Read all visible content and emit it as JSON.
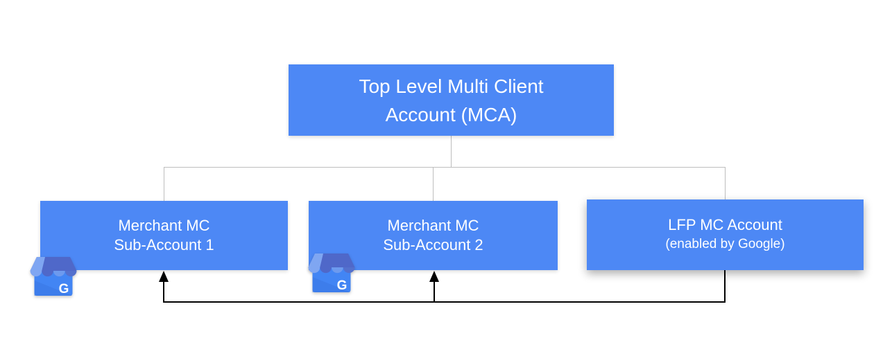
{
  "diagram": {
    "type": "org-chart",
    "nodes": {
      "mca": {
        "line1": "Top Level Multi Client",
        "line2": "Account (MCA)"
      },
      "sub1": {
        "line1": "Merchant MC",
        "line2": "Sub-Account 1"
      },
      "sub2": {
        "line1": "Merchant MC",
        "line2": "Sub-Account 2"
      },
      "lfp": {
        "line1": "LFP MC Account",
        "line2": "(enabled by Google)"
      }
    },
    "business_icon": {
      "letter": "G"
    },
    "colors": {
      "node_fill": "#4d88f5",
      "node_text": "#ffffff",
      "tree_connector": "#bdbdbd",
      "flow_connector": "#000000",
      "icon_body": "#4285f4",
      "icon_awning_light": "#7fa6f2",
      "icon_awning_dark": "#4f68c9"
    }
  }
}
